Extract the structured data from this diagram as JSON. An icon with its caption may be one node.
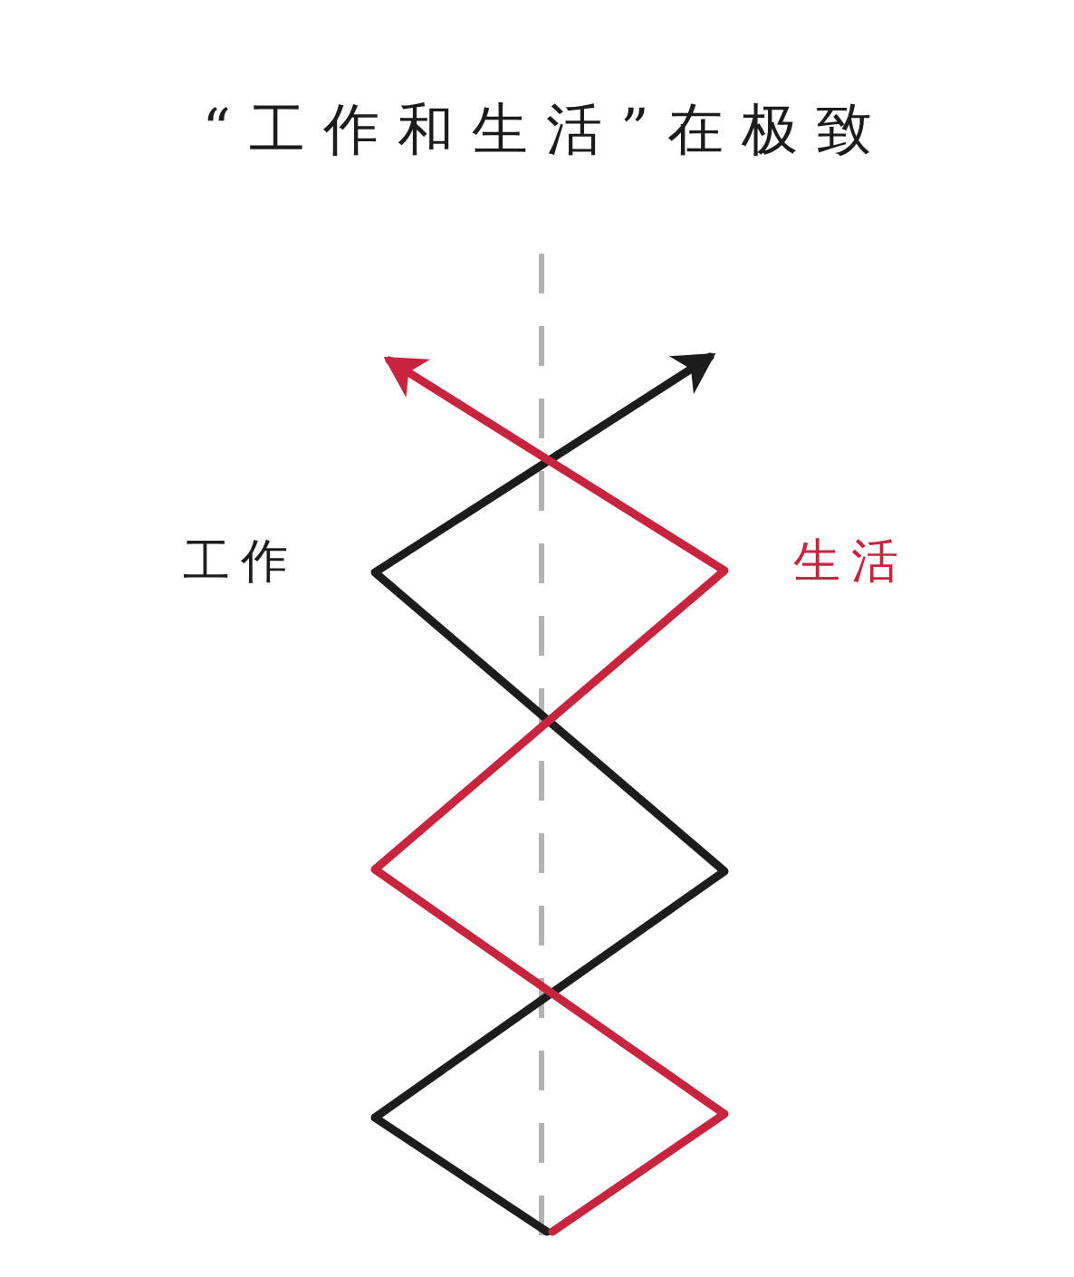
{
  "diagram": {
    "title": "“工作和生活”在极致",
    "labels": [
      "工作",
      "生活"
    ]
  }
}
